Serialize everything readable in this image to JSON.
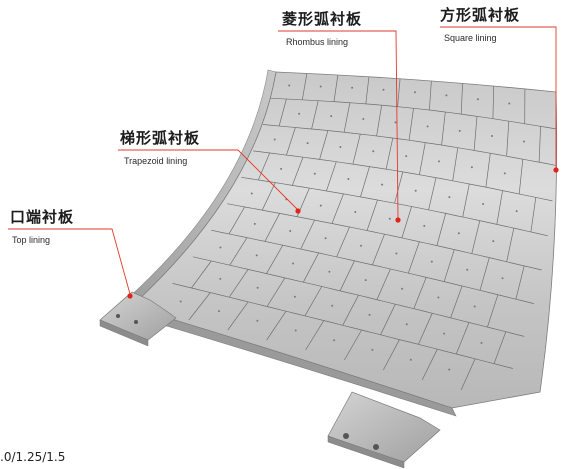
{
  "labels": {
    "rhombus": {
      "cn": "菱形弧衬板",
      "en": "Rhombus lining"
    },
    "square": {
      "cn": "方形弧衬板",
      "en": "Square lining"
    },
    "trapezoid": {
      "cn": "梯形弧衬板",
      "en": "Trapezoid lining"
    },
    "top": {
      "cn": "口端衬板",
      "en": "Top lining"
    }
  },
  "footer_text": ".0/1.25/1.5",
  "colors": {
    "leader_line": "#e03a2a",
    "marker_dot": "#e0241a",
    "plate_light": "#d9d9d9",
    "plate_dark": "#a9a9a9",
    "seam": "#6f6f6f"
  }
}
